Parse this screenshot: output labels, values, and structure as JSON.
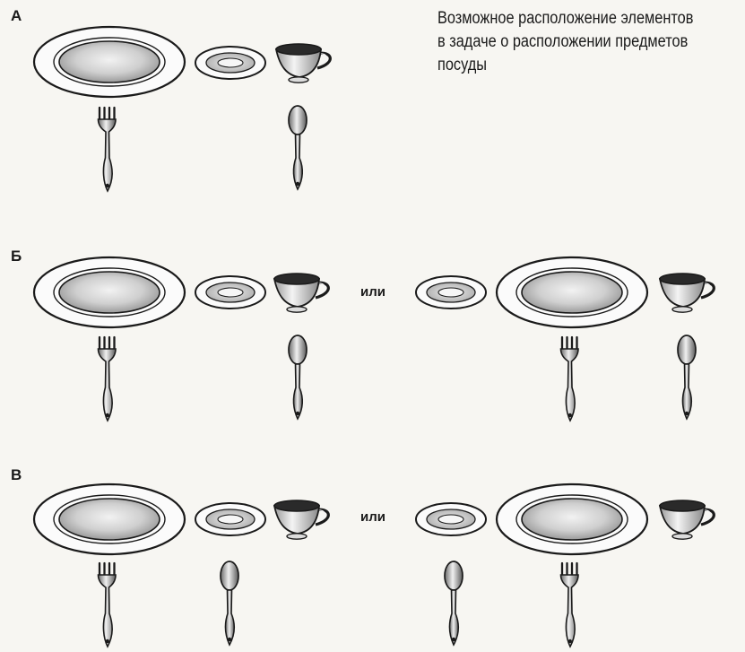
{
  "caption": "Возможное расположение элементов в задаче о расположении предметов посуды",
  "rows": [
    {
      "label": "А"
    },
    {
      "label": "Б",
      "or_label": "или"
    },
    {
      "label": "В",
      "or_label": "или"
    }
  ],
  "icons": [
    "plate-icon",
    "saucer-icon",
    "cup-icon",
    "fork-icon",
    "spoon-icon"
  ],
  "colors": {
    "ink": "#1a1a1a",
    "plate_center": "#bdbdbd",
    "paper": "#f7f6f2"
  }
}
